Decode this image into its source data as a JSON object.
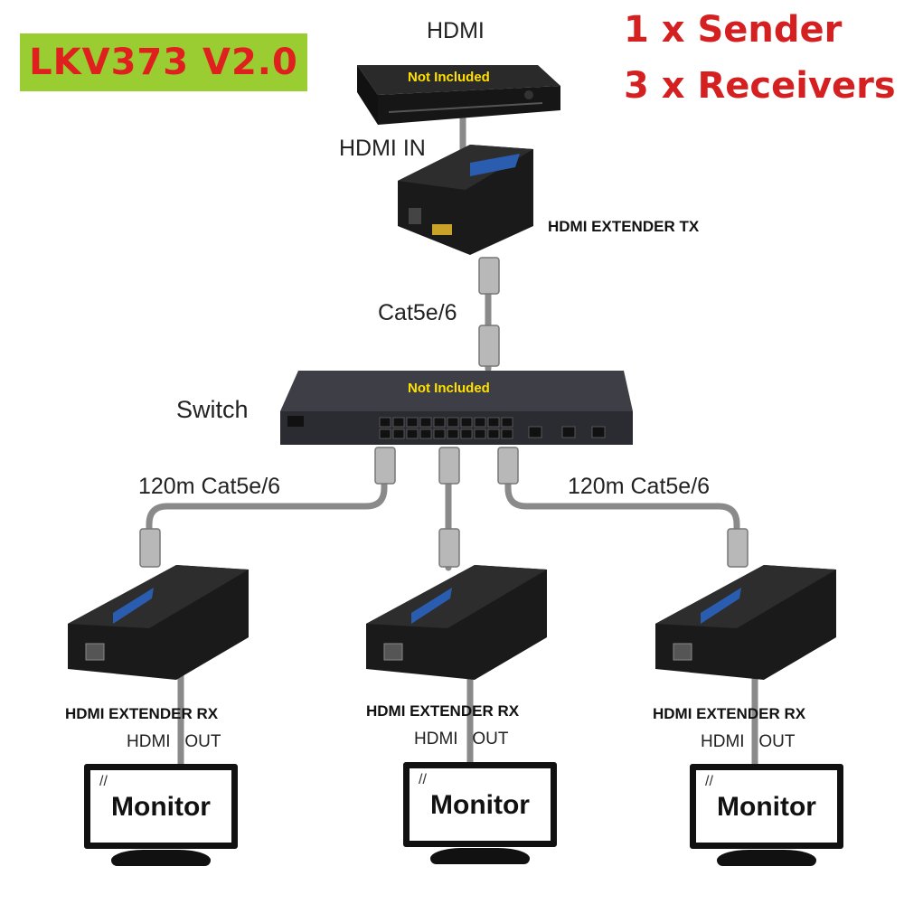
{
  "model": "LKV373 V2.0",
  "quantity": {
    "sender": "1 x Sender",
    "receivers": "3 x Receivers"
  },
  "source": {
    "label": "HDMI",
    "badge": "Not Included",
    "input_label": "HDMI IN"
  },
  "transmitter": {
    "label": "HDMI EXTENDER TX"
  },
  "uplink_cable": "Cat5e/6",
  "switch": {
    "label": "Switch",
    "badge": "Not Included"
  },
  "run_cable_left": "120m Cat5e/6",
  "run_cable_right": "120m Cat5e/6",
  "receivers": [
    {
      "label": "HDMI EXTENDER RX",
      "output": "HDMI   OUT",
      "display": "Monitor"
    },
    {
      "label": "HDMI EXTENDER RX",
      "output": "HDMI   OUT",
      "display": "Monitor"
    },
    {
      "label": "HDMI EXTENDER RX",
      "output": "HDMI   OUT",
      "display": "Monitor"
    }
  ],
  "colors": {
    "badge_bg": "#9acd32",
    "accent_red": "#d42020",
    "badge_text": "#ffe000",
    "device_body": "#1a1a1a",
    "cable": "#8a8a8a"
  }
}
